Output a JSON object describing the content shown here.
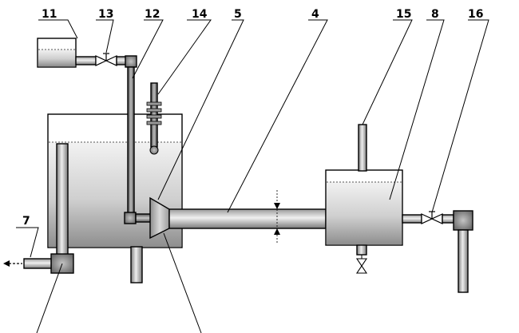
{
  "labels": {
    "l11": "11",
    "l13": "13",
    "l12": "12",
    "l14": "14",
    "l5": "5",
    "l4": "4",
    "l15": "15",
    "l8": "8",
    "l16": "16",
    "l7": "7"
  },
  "colors": {
    "liquid_light": "#dcdcdc",
    "liquid_dark": "#8a8a8a",
    "pipe_light": "#e6e6e6",
    "pipe_dark": "#7c7c7c",
    "outline": "#000000"
  }
}
